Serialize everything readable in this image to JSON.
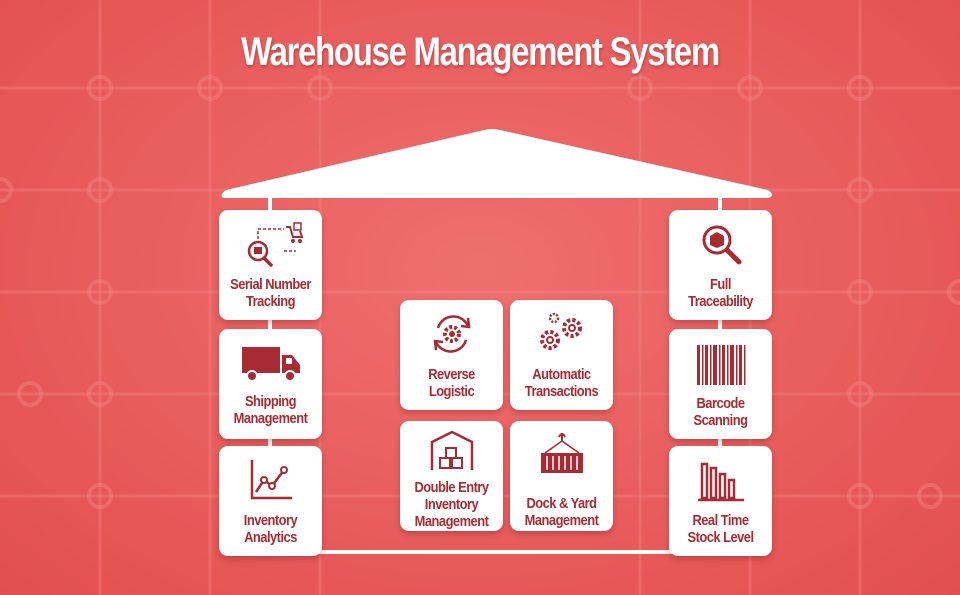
{
  "title": "Warehouse Management System",
  "colors": {
    "background": "#e85d5d",
    "card": "#ffffff",
    "accent": "#a82a33"
  },
  "cards": [
    {
      "id": "serial-number-tracking",
      "label": "Serial Number Tracking",
      "icon": "serial-tracking-icon"
    },
    {
      "id": "shipping-management",
      "label": "Shipping Management",
      "icon": "truck-icon"
    },
    {
      "id": "inventory-analytics",
      "label": "Inventory Analytics",
      "icon": "line-chart-icon"
    },
    {
      "id": "reverse-logistic",
      "label": "Reverse Logistic",
      "icon": "refresh-gear-icon"
    },
    {
      "id": "automatic-transactions",
      "label": "Automatic Transactions",
      "icon": "gears-icon"
    },
    {
      "id": "double-entry-inventory-management",
      "label": "Double Entry Inventory Management",
      "icon": "warehouse-icon"
    },
    {
      "id": "dock-yard-management",
      "label": "Dock & Yard Management",
      "icon": "container-icon"
    },
    {
      "id": "full-traceability",
      "label": "Full Traceability",
      "icon": "magnifier-box-icon"
    },
    {
      "id": "barcode-scanning",
      "label": "Barcode Scanning",
      "icon": "barcode-icon"
    },
    {
      "id": "real-time-stock-level",
      "label": "Real Time Stock Level",
      "icon": "bar-chart-icon"
    }
  ]
}
